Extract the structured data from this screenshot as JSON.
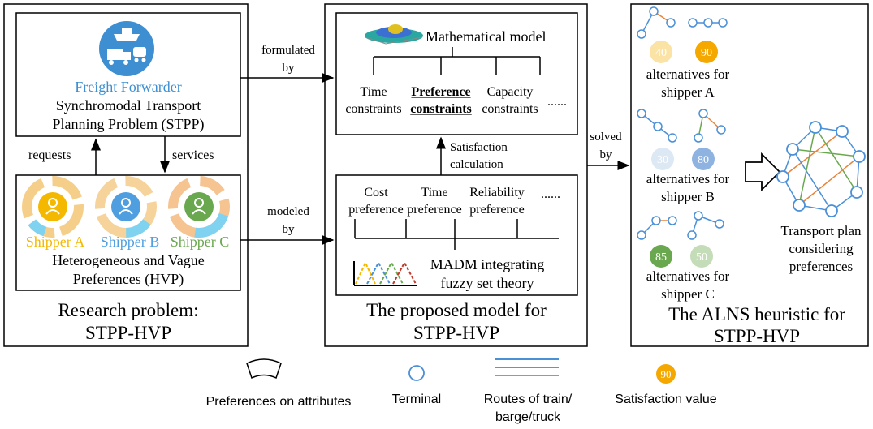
{
  "panel_left": {
    "freight_forwarder": "Freight Forwarder",
    "stpp_line1": "Synchromodal Transport",
    "stpp_line2": "Planning Problem (STPP)",
    "requests": "requests",
    "services": "services",
    "shipper_a": "Shipper A",
    "shipper_b": "Shipper B",
    "shipper_c": "Shipper C",
    "hvp_line1": "Heterogeneous and Vague",
    "hvp_line2": "Preferences (HVP)",
    "caption_line1": "Research problem:",
    "caption_line2": "STPP-HVP"
  },
  "arrows": {
    "formulated_line1": "formulated",
    "formulated_line2": "by",
    "modeled_line1": "modeled",
    "modeled_line2": "by",
    "solved_line1": "solved",
    "solved_line2": "by",
    "satisfaction_line1": "Satisfaction",
    "satisfaction_line2": "calculation"
  },
  "panel_mid": {
    "math_model": "Mathematical model",
    "time_c1": "Time",
    "time_c2": "constraints",
    "pref_c1": "Preference",
    "pref_c2": "constraints",
    "cap_c1": "Capacity",
    "cap_c2": "constraints",
    "dots1": "......",
    "cost_p1": "Cost",
    "cost_p2": "preference",
    "time_p1": "Time",
    "time_p2": "preference",
    "rel_p1": "Reliability",
    "rel_p2": "preference",
    "dots2": "......",
    "madm_line1": "MADM integrating",
    "madm_line2": "fuzzy set theory",
    "caption_line1": "The proposed model for",
    "caption_line2": "STPP-HVP"
  },
  "panel_right": {
    "alts_a_line1": "alternatives for",
    "alts_a_line2": "shipper A",
    "alts_b_line1": "alternatives for",
    "alts_b_line2": "shipper B",
    "alts_c_line1": "alternatives for",
    "alts_c_line2": "shipper C",
    "badge_a1": "40",
    "badge_a2": "90",
    "badge_b1": "30",
    "badge_b2": "80",
    "badge_c1": "85",
    "badge_c2": "50",
    "plan_line1": "Transport plan",
    "plan_line2": "considering",
    "plan_line3": "preferences",
    "caption_line1": "The ALNS heuristic for",
    "caption_line2": "STPP-HVP"
  },
  "legend": {
    "preferences": "Preferences on attributes",
    "terminal": "Terminal",
    "routes_line1": "Routes of train/",
    "routes_line2": "barge/truck",
    "satisfaction": "Satisfaction value",
    "badge": "90"
  },
  "colors": {
    "forwarder_blue": "#3d8fd1",
    "shipper_a": "#f5b800",
    "shipper_b": "#4f9fe0",
    "shipper_c": "#6aa84f",
    "route_blue": "#4a90d9",
    "route_green": "#6aa84f",
    "route_orange": "#e8833a",
    "badge_orange": "#f5a800"
  }
}
